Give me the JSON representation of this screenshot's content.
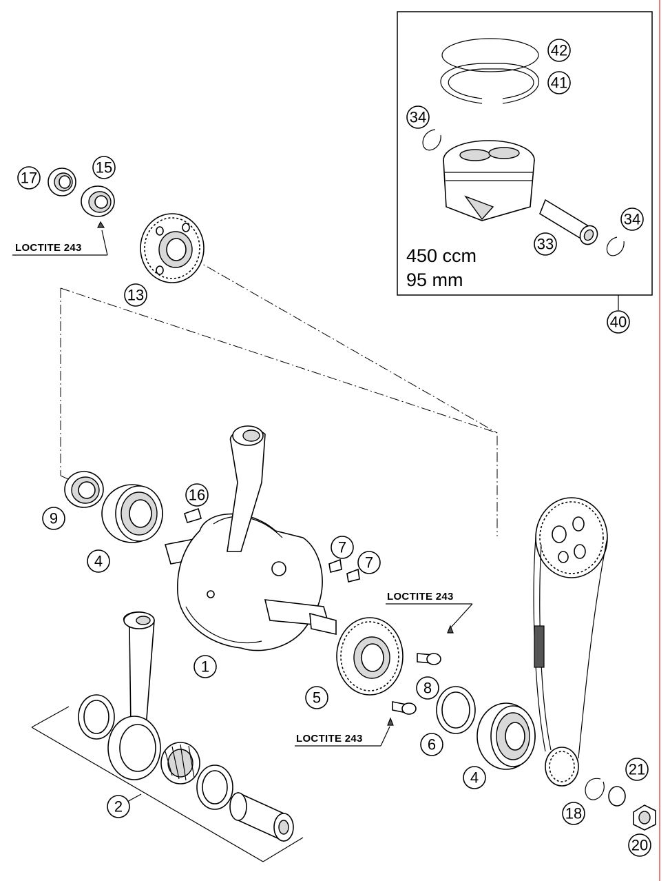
{
  "diagram": {
    "kit_box": {
      "displacement": "450 ccm",
      "bore": "95 mm"
    },
    "notes": {
      "top_left": "LOCTITE 243",
      "right_bolt": "LOCTITE 243",
      "lower_bolt": "LOCTITE 243"
    },
    "callouts": {
      "c1": "1",
      "c2": "2",
      "c4a": "4",
      "c4b": "4",
      "c5": "5",
      "c6": "6",
      "c7a": "7",
      "c7b": "7",
      "c8": "8",
      "c9": "9",
      "c13": "13",
      "c15": "15",
      "c16": "16",
      "c17": "17",
      "c18": "18",
      "c20": "20",
      "c21": "21",
      "c33": "33",
      "c34a": "34",
      "c34b": "34",
      "c40": "40",
      "c41": "41",
      "c42": "42"
    }
  }
}
